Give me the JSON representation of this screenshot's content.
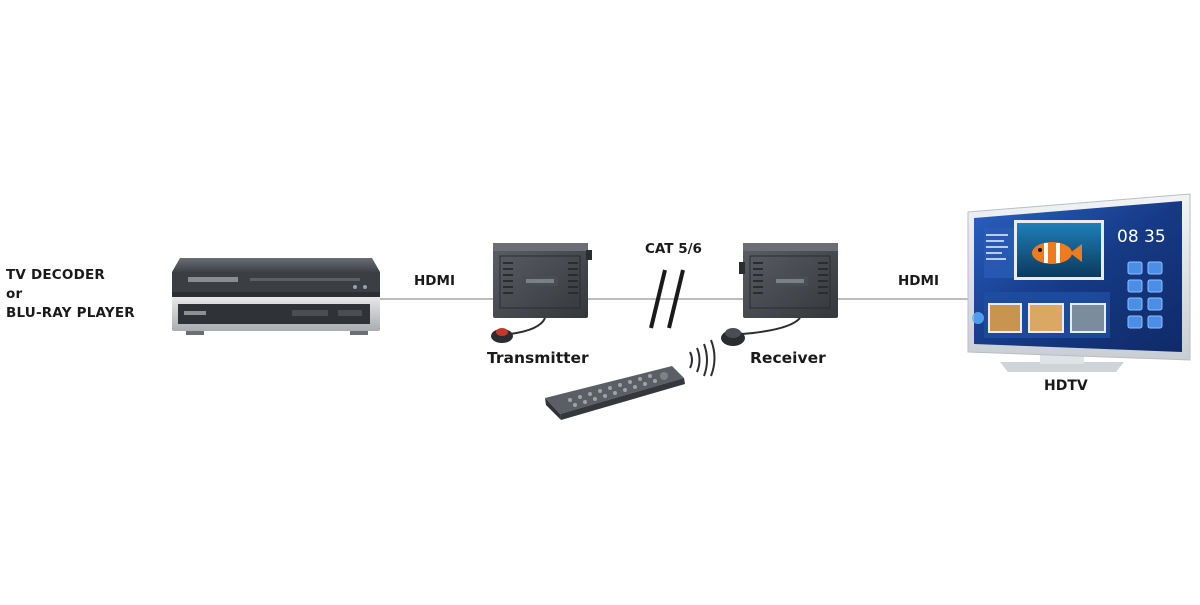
{
  "labels": {
    "source_line1": "TV DECODER",
    "source_line2": "or",
    "source_line3": "BLU-RAY PLAYER",
    "hdmi_left": "HDMI",
    "cable": "CAT 5/6",
    "transmitter": "Transmitter",
    "receiver": "Receiver",
    "hdmi_right": "HDMI",
    "display": "HDTV"
  },
  "tv_screen": {
    "clock": "08 35"
  },
  "colors": {
    "background": "#ffffff",
    "cable_line": "#bfbfbf",
    "device_dark": "#3a3d42",
    "tv_screen": "#1b3f8f"
  }
}
